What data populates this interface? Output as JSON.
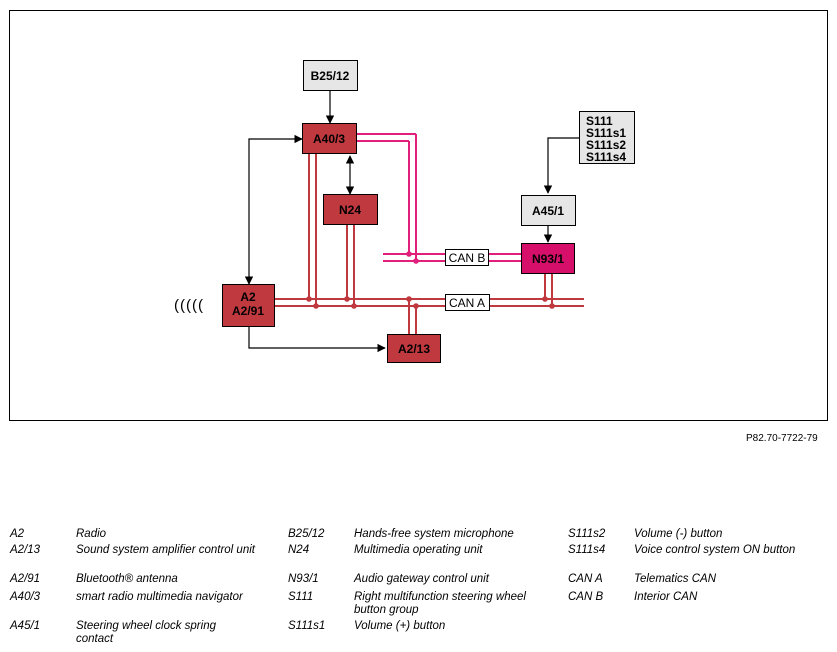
{
  "diagram": {
    "components": {
      "b25_12": "B25/12",
      "a40_3": "A40/3",
      "n24": "N24",
      "a2": [
        "A2",
        "A2/91"
      ],
      "a2_13": "A2/13",
      "s111": [
        "S111",
        "S111s1",
        "S111s2",
        "S111s4"
      ],
      "a45_1": "A45/1",
      "n93_1": "N93/1"
    },
    "buses": {
      "can_b": "CAN B",
      "can_a": "CAN A"
    },
    "antenna_symbol": "(((((",
    "colors": {
      "dark_red": "#c0393f",
      "magenta": "#d6106a",
      "grey_box": "#e6e6e6",
      "can_a_line": "#c0393f",
      "can_b_line": "#e0207a"
    }
  },
  "reference": "P82.70-7722-79",
  "legend": {
    "columns": [
      [
        {
          "code": "A2",
          "desc": "Radio"
        },
        {
          "code": "A2/13",
          "desc": "Sound system amplifier control unit"
        },
        {
          "code": "A2/91",
          "desc": "Bluetooth® antenna"
        },
        {
          "code": "A40/3",
          "desc": "smart radio multimedia navigator"
        },
        {
          "code": "A45/1",
          "desc": "Steering wheel clock spring contact"
        }
      ],
      [
        {
          "code": "B25/12",
          "desc": "Hands-free system microphone"
        },
        {
          "code": "N24",
          "desc": "Multimedia operating unit"
        },
        {
          "code": "N93/1",
          "desc": "Audio gateway control unit"
        },
        {
          "code": "S111",
          "desc": "Right multifunction steering wheel button group"
        },
        {
          "code": "S111s1",
          "desc": "Volume (+) button"
        }
      ],
      [
        {
          "code": "S111s2",
          "desc": "Volume (-) button"
        },
        {
          "code": "S111s4",
          "desc": "Voice control system ON button"
        },
        {
          "code": "CAN A",
          "desc": "Telematics CAN"
        },
        {
          "code": "CAN B",
          "desc": "Interior CAN"
        }
      ]
    ]
  }
}
